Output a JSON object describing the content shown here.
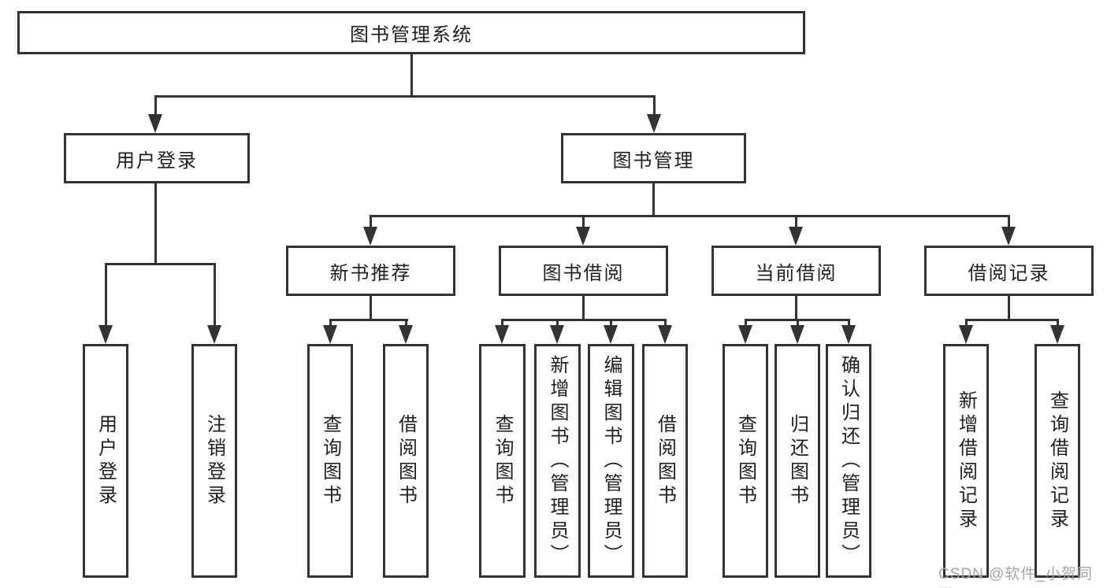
{
  "diagram": {
    "root": {
      "label": "图书管理系统"
    },
    "level2": [
      {
        "label": "用户登录",
        "children": [
          {
            "label": "用户登录"
          },
          {
            "label": "注销登录"
          }
        ]
      },
      {
        "label": "图书管理",
        "children": [
          {
            "label": "新书推荐",
            "children": [
              {
                "label": "查询图书"
              },
              {
                "label": "借阅图书"
              }
            ]
          },
          {
            "label": "图书借阅",
            "children": [
              {
                "label": "查询图书"
              },
              {
                "label": "新增图书（管理员）"
              },
              {
                "label": "编辑图书（管理员）"
              },
              {
                "label": "借阅图书"
              }
            ]
          },
          {
            "label": "当前借阅",
            "children": [
              {
                "label": "查询图书"
              },
              {
                "label": "归还图书"
              },
              {
                "label": "确认归还（管理员）"
              }
            ]
          },
          {
            "label": "借阅记录",
            "children": [
              {
                "label": "新增借阅记录"
              },
              {
                "label": "查询借阅记录"
              }
            ]
          }
        ]
      }
    ]
  },
  "watermark": {
    "text": "CSDN @软件_小贺同学"
  },
  "colors": {
    "line": "#333333",
    "text": "#1f1f1f",
    "background": "#ffffff",
    "watermark": "#a6a6a6"
  }
}
